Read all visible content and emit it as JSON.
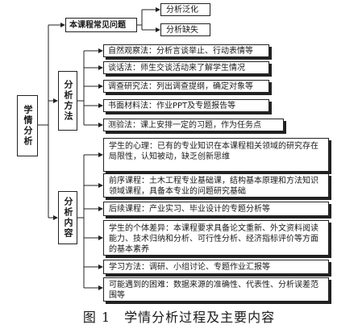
{
  "root": {
    "label": "学情分析"
  },
  "common_issues": {
    "title": "本课程常见问题",
    "items": [
      "分析泛化",
      "分析缺失"
    ]
  },
  "methods": {
    "label": "分析方法",
    "items": [
      "自然观察法：分析言谈举止、行动表情等",
      "谈话法：师生交谈活动来了解学生情况",
      "调查研究法：列出调查提纲，确定对象等",
      "书面材料法：作业PPT及专题报告等",
      "测验法：课上安排一定的习题，作为任务点"
    ]
  },
  "contents": {
    "label": "分析内容",
    "items": [
      "学生的心理：已有的专业知识在本课程相关领域的研究存在局限性，认知被动，缺乏创新思维",
      "前序课程：土木工程专业基础课，结构基本原理和方法知识领域课程，具备本专业的问题研究基础",
      "后续课程：产业实习、毕业设计的专题分析等",
      "学生的个体差异：本课程要求具备论文重新、外文资料阅读能力、技术归纳和分析、可行性分析、经济指标评价等方面的基本素养",
      "学习方法：调研、小组讨论、专题作业汇报等",
      "可能遇到的困难：数据来源的准确性、代表性、分析误差范围等"
    ]
  },
  "caption": "图 1　学情分析过程及主要内容"
}
